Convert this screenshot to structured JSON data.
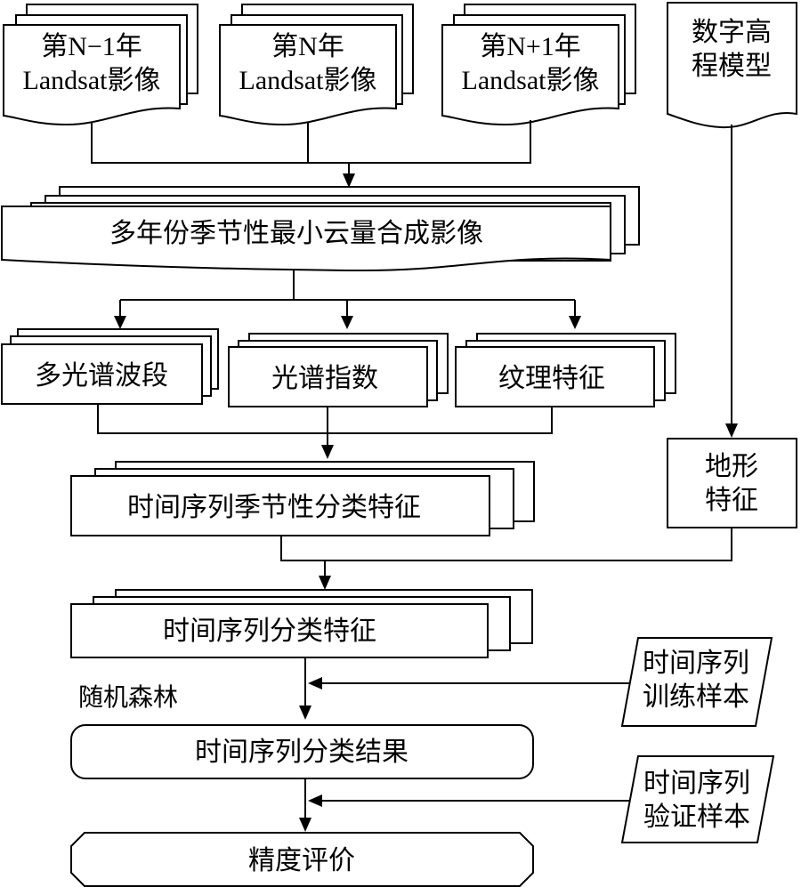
{
  "inputs": {
    "img_prev": {
      "line1": "第N−1年",
      "line2": "Landsat影像"
    },
    "img_cur": {
      "line1": "第N年",
      "line2": "Landsat影像"
    },
    "img_next": {
      "line1": "第N+1年",
      "line2": "Landsat影像"
    },
    "dem": {
      "line1": "数字高",
      "line2": "程模型"
    }
  },
  "composite": {
    "label": "多年份季节性最小云量合成影像"
  },
  "features": {
    "multispectral": "多光谱波段",
    "indices": "光谱指数",
    "texture": "纹理特征",
    "terrain_line1": "地形",
    "terrain_line2": "特征"
  },
  "seasonal_features": "时间序列季节性分类特征",
  "ts_features": "时间序列分类特征",
  "classifier_label": "随机森林",
  "training_samples": {
    "line1": "时间序列",
    "line2": "训练样本"
  },
  "result": "时间序列分类结果",
  "validation_samples": {
    "line1": "时间序列",
    "line2": "验证样本"
  },
  "accuracy": "精度评价"
}
